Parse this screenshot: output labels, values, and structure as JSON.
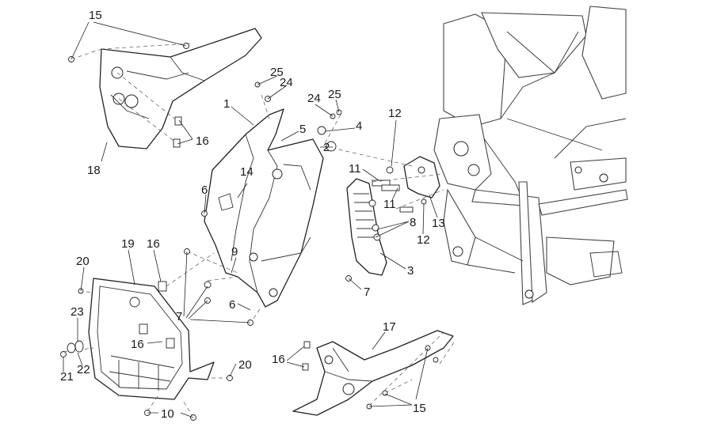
{
  "diagram": {
    "callouts": [
      {
        "id": "c15a",
        "text": "15"
      },
      {
        "id": "c16a",
        "text": "16"
      },
      {
        "id": "c18",
        "text": "18"
      },
      {
        "id": "c25a",
        "text": "25"
      },
      {
        "id": "c24a",
        "text": "24"
      },
      {
        "id": "c24b",
        "text": "24"
      },
      {
        "id": "c25b",
        "text": "25"
      },
      {
        "id": "c1",
        "text": "1"
      },
      {
        "id": "c5",
        "text": "5"
      },
      {
        "id": "c4",
        "text": "4"
      },
      {
        "id": "c2",
        "text": "2"
      },
      {
        "id": "c12a",
        "text": "12"
      },
      {
        "id": "c11a",
        "text": "11"
      },
      {
        "id": "c11b",
        "text": "11"
      },
      {
        "id": "c8",
        "text": "8"
      },
      {
        "id": "c12b",
        "text": "12"
      },
      {
        "id": "c13",
        "text": "13"
      },
      {
        "id": "c6a",
        "text": "6"
      },
      {
        "id": "c14",
        "text": "14"
      },
      {
        "id": "c9",
        "text": "9"
      },
      {
        "id": "c3",
        "text": "3"
      },
      {
        "id": "c7a",
        "text": "7"
      },
      {
        "id": "c7b",
        "text": "7"
      },
      {
        "id": "c6b",
        "text": "6"
      },
      {
        "id": "c20a",
        "text": "20"
      },
      {
        "id": "c19",
        "text": "19"
      },
      {
        "id": "c16b",
        "text": "16"
      },
      {
        "id": "c23",
        "text": "23"
      },
      {
        "id": "c16c",
        "text": "16"
      },
      {
        "id": "c21",
        "text": "21"
      },
      {
        "id": "c22",
        "text": "22"
      },
      {
        "id": "c20b",
        "text": "20"
      },
      {
        "id": "c10",
        "text": "10"
      },
      {
        "id": "c17",
        "text": "17"
      },
      {
        "id": "c16d",
        "text": "16"
      },
      {
        "id": "c15b",
        "text": "15"
      }
    ]
  }
}
